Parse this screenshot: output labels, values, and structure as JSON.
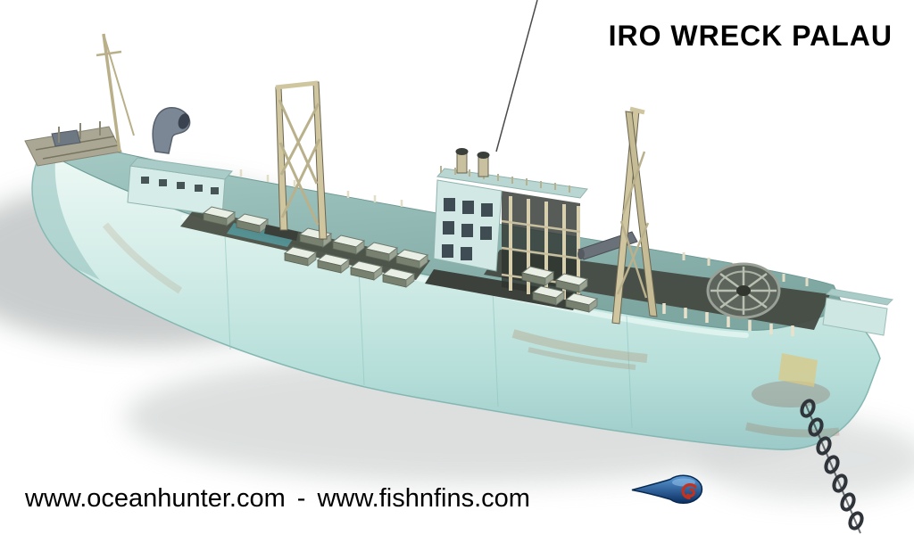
{
  "title": "IRO WRECK PALAU",
  "footer": {
    "site_left": "www.oceanhunter.com",
    "separator": "-",
    "site_right": "www.fishnfins.com"
  },
  "icons": {
    "compass_logo": "compass-logo-icon"
  },
  "colors": {
    "background": "#ffffff",
    "text": "#000000",
    "hull_light": "#eef9f5",
    "hull_mid": "#c4e6e1",
    "hull_shade": "#9ccac8",
    "deck_dark": "#474c44",
    "mast_khaki": "#cfc6a0",
    "logo_blue": "#1d5a9e",
    "logo_red": "#c3321e"
  }
}
